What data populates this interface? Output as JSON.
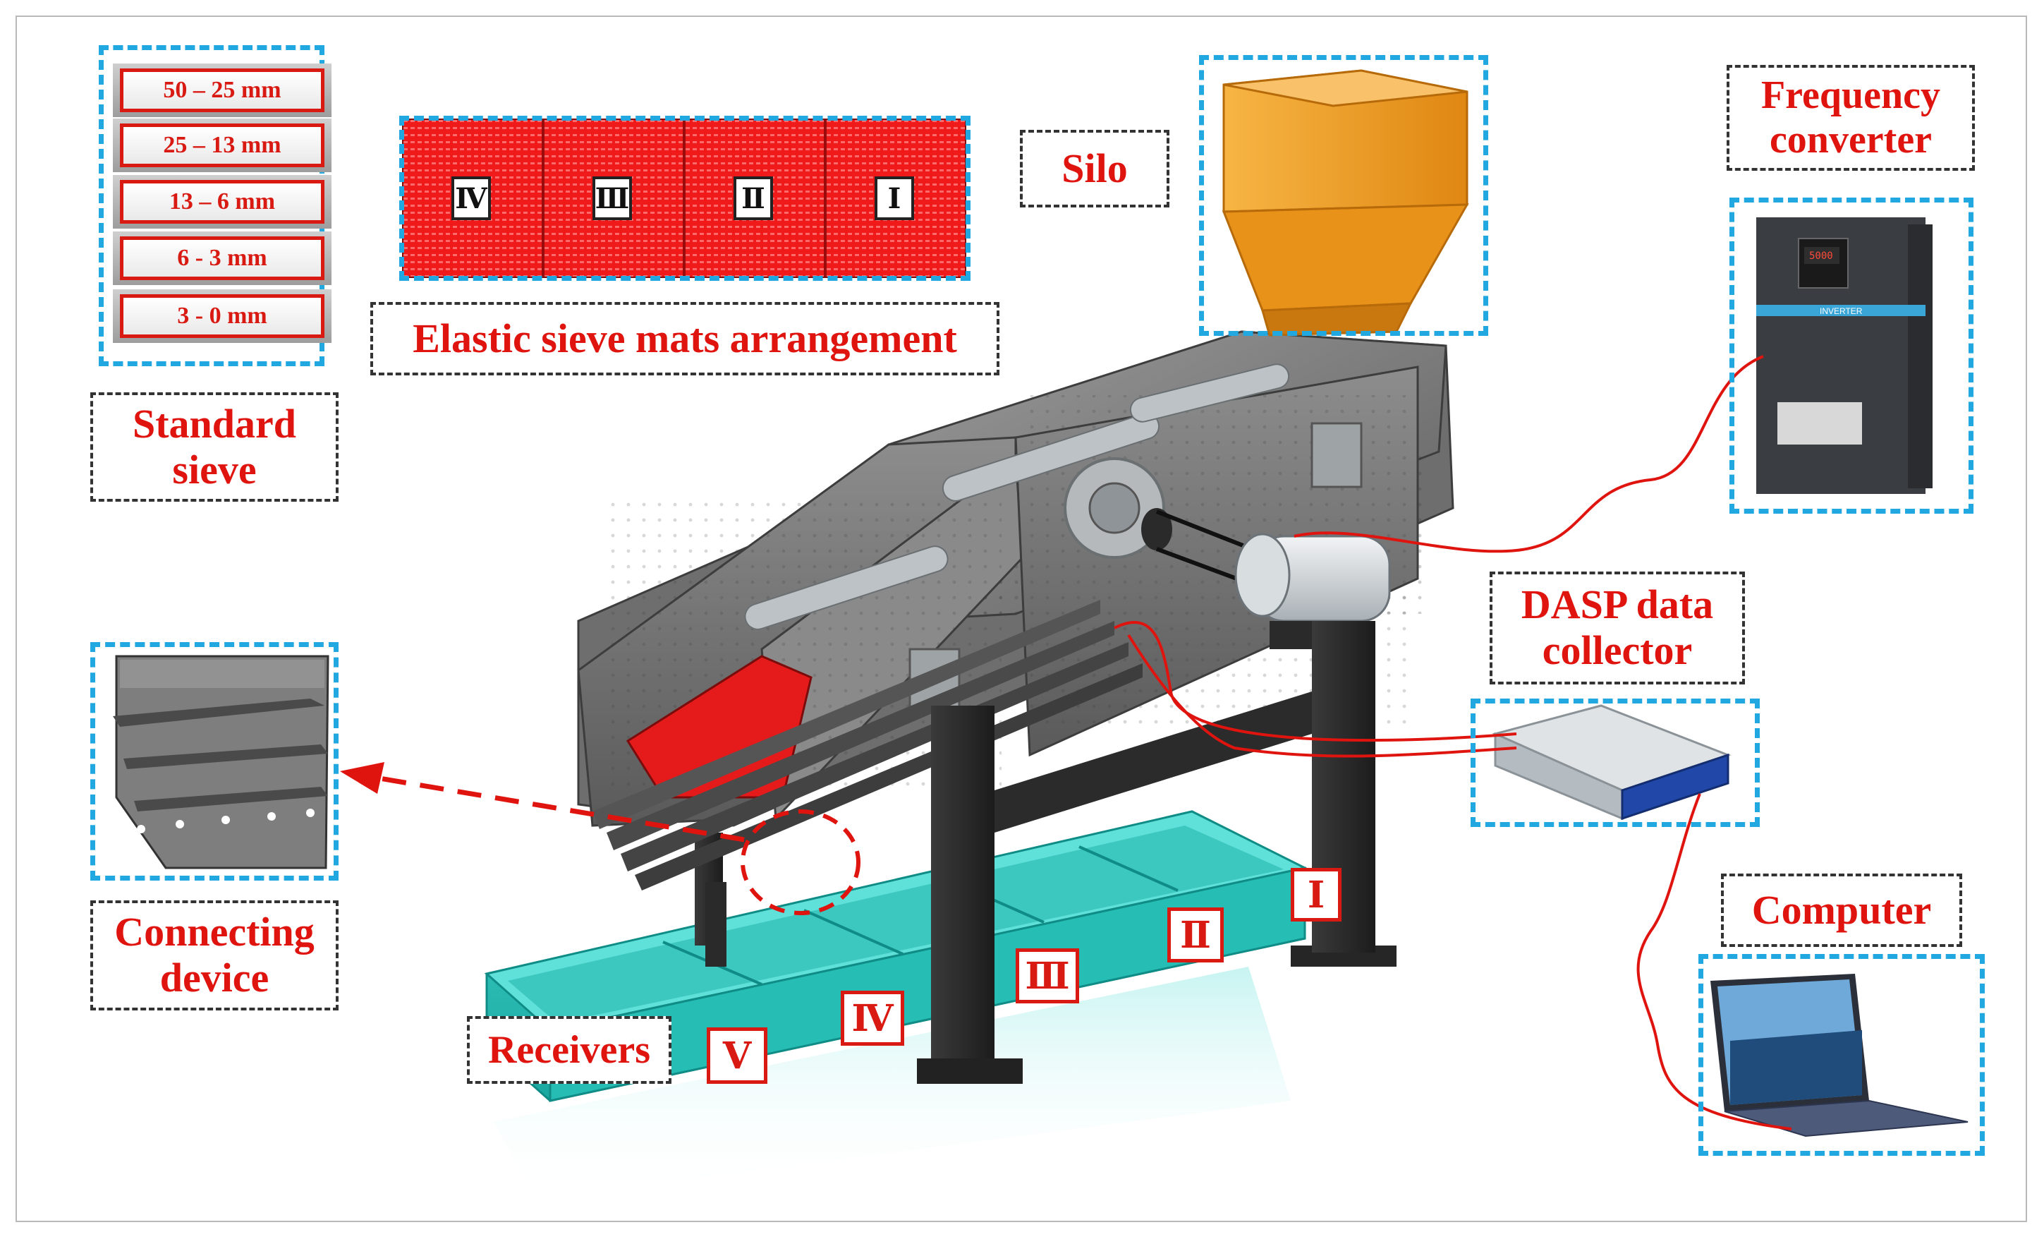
{
  "labels": {
    "standard_sieve": [
      "Standard",
      "sieve"
    ],
    "elastic_mats": "Elastic sieve mats arrangement",
    "silo": "Silo",
    "frequency_converter": [
      "Frequency",
      "converter"
    ],
    "dasp": [
      "DASP data",
      "collector"
    ],
    "connecting_device": [
      "Connecting",
      "device"
    ],
    "computer": "Computer",
    "receivers": "Receivers"
  },
  "sieve_sizes": [
    "50 – 25 mm",
    "25 – 13 mm",
    "13 – 6 mm",
    "6 - 3 mm",
    "3 - 0 mm"
  ],
  "mat_sections": [
    "Ⅳ",
    "Ⅲ",
    "Ⅱ",
    "Ⅰ"
  ],
  "receiver_tags": [
    "Ⅰ",
    "Ⅱ",
    "Ⅲ",
    "Ⅳ",
    "Ⅴ"
  ],
  "inverter_label": "INVERTER",
  "inverter_display": "5000",
  "colors": {
    "accent_red": "#e0140f",
    "dashed_blue": "#22a8e0",
    "machine_gray": "#7d7d7d",
    "receiver_teal": "#2fc9c0",
    "silo_orange": "#f4a21d"
  }
}
